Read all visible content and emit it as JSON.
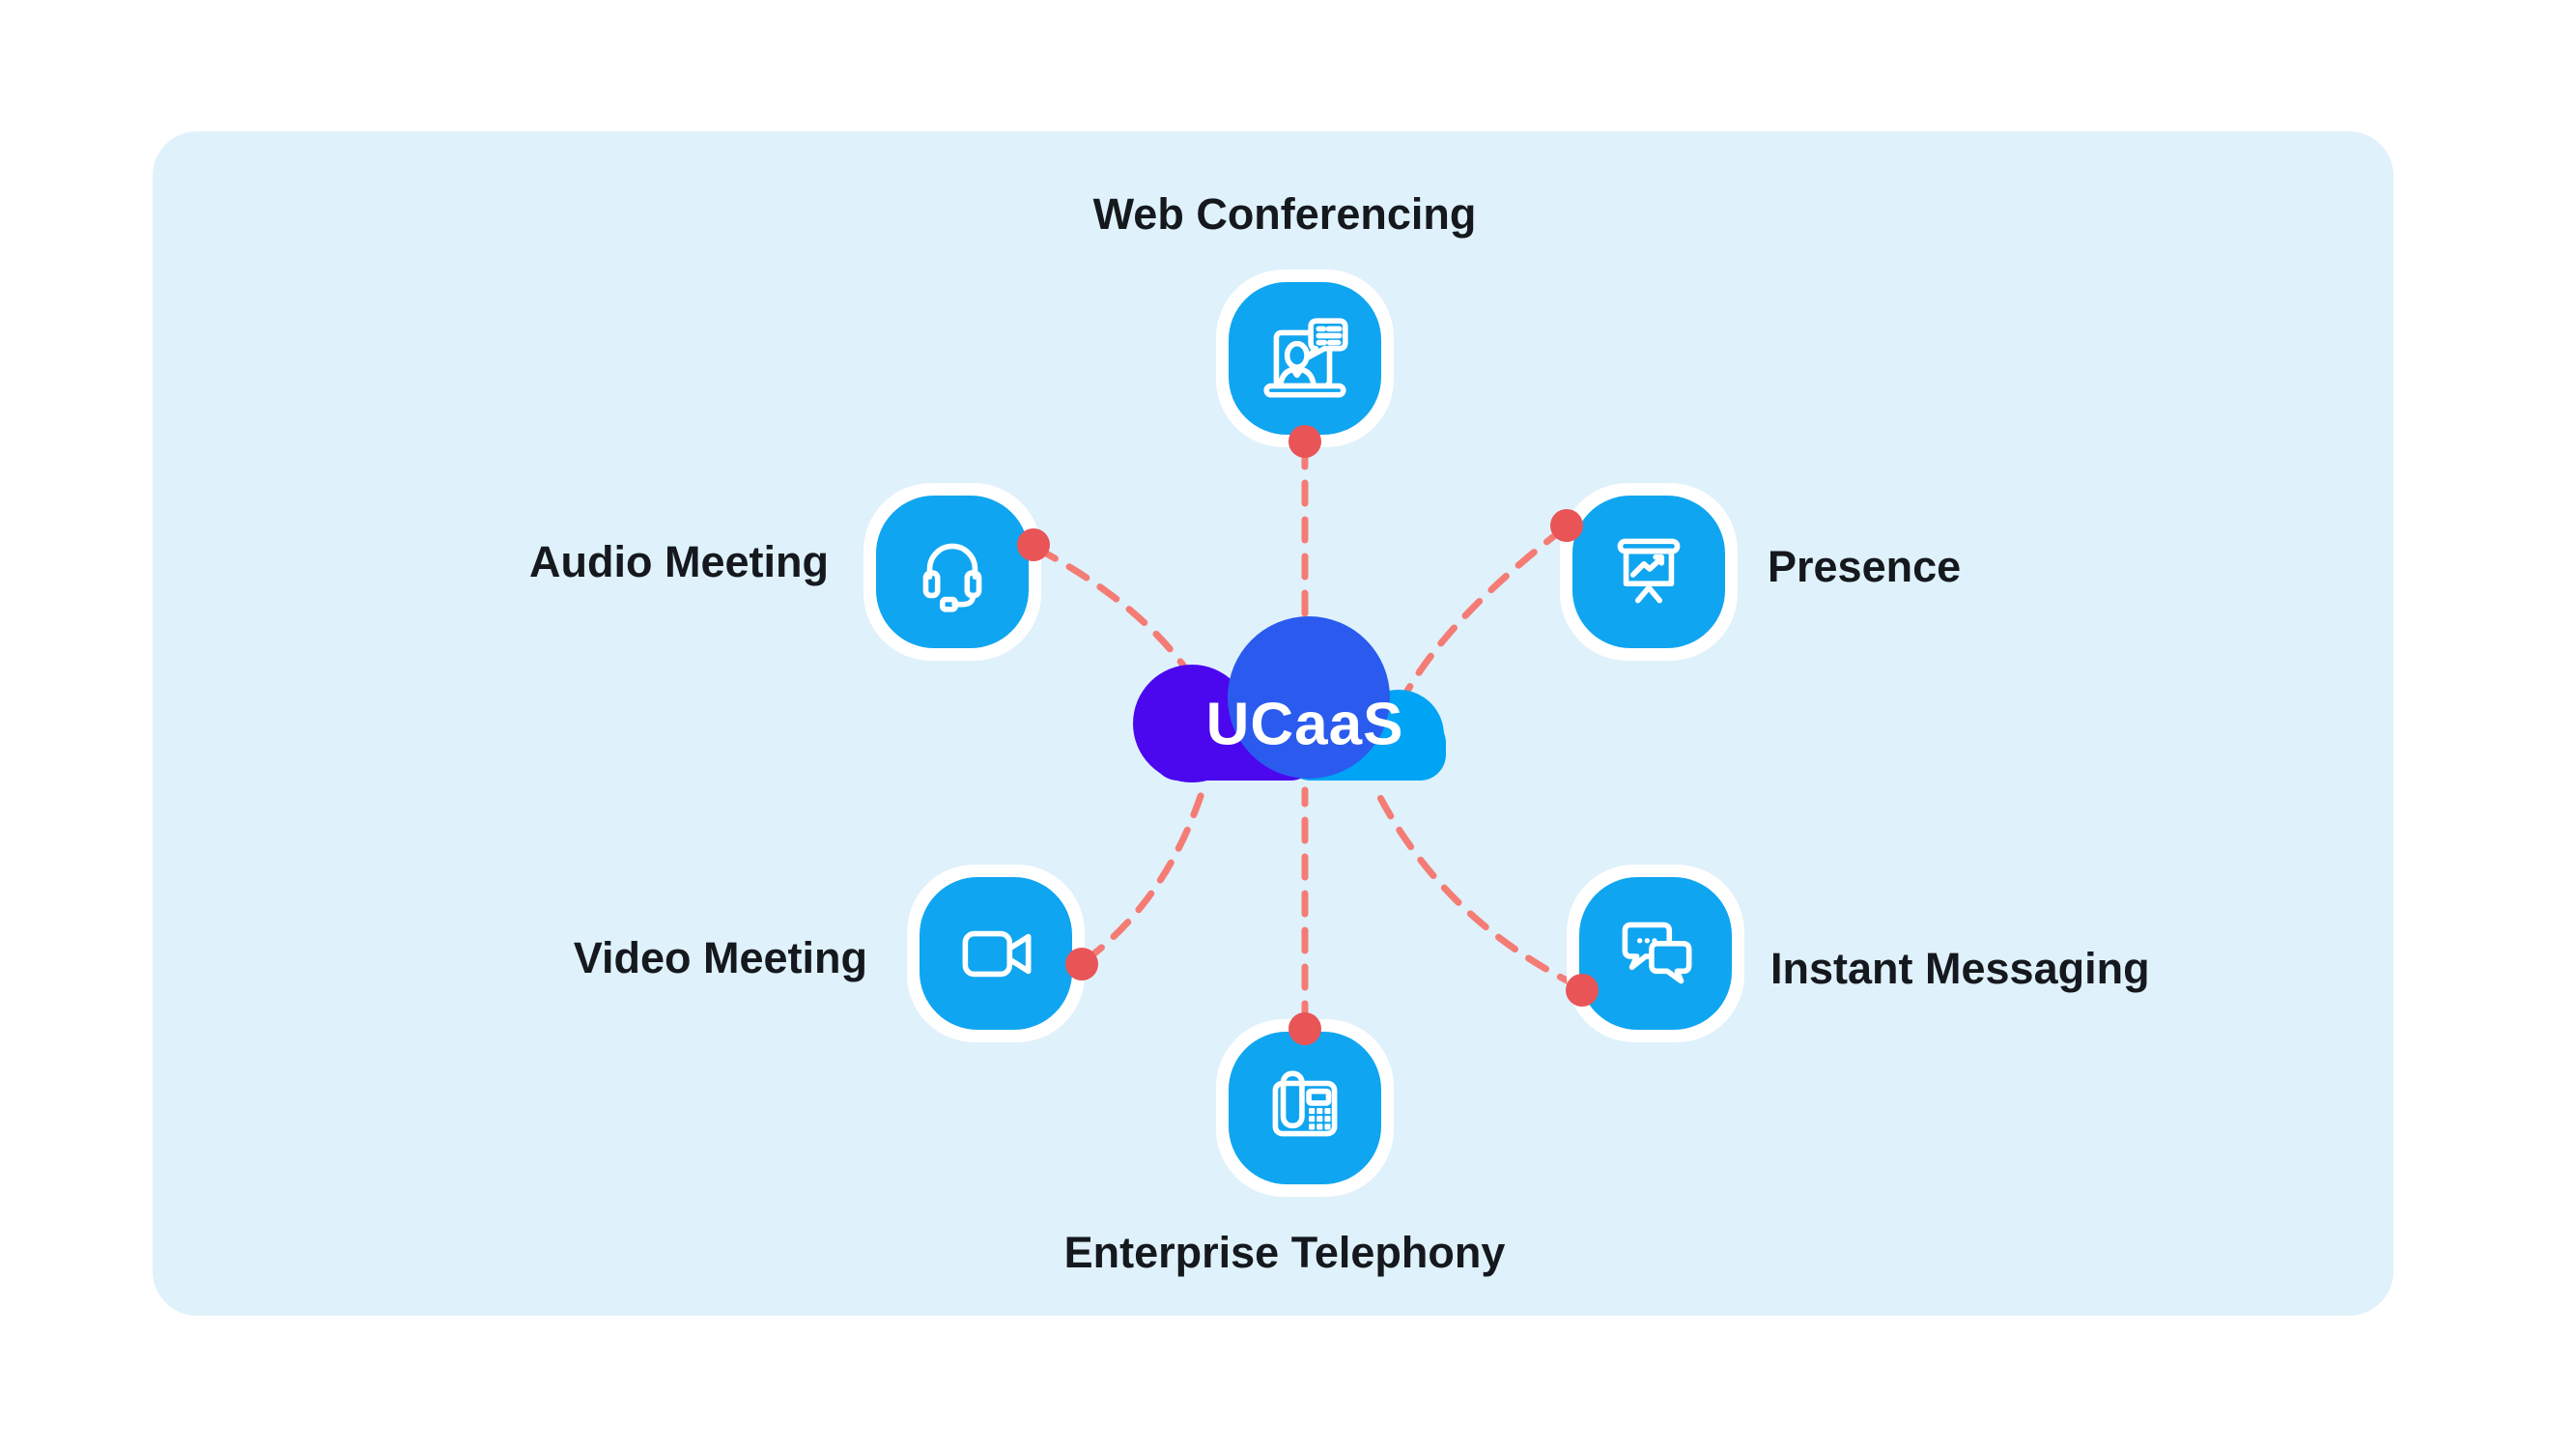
{
  "diagram": {
    "center": {
      "label": "UCaaS"
    },
    "nodes": [
      {
        "id": "web-conferencing",
        "label": "Web Conferencing",
        "icon": "laptop-presenter-icon"
      },
      {
        "id": "audio-meeting",
        "label": "Audio Meeting",
        "icon": "headset-icon"
      },
      {
        "id": "presence",
        "label": "Presence",
        "icon": "presentation-chart-icon"
      },
      {
        "id": "video-meeting",
        "label": "Video Meeting",
        "icon": "video-camera-icon"
      },
      {
        "id": "instant-messaging",
        "label": "Instant Messaging",
        "icon": "chat-bubbles-icon"
      },
      {
        "id": "enterprise-telephony",
        "label": "Enterprise Telephony",
        "icon": "desk-phone-icon"
      }
    ],
    "colors": {
      "page_bg": "#ffffff",
      "panel_bg": "#dff1fb",
      "tile_blue": "#10a5f0",
      "halo": "#ffffff",
      "connector": "#f47c75",
      "dot": "#e95457",
      "cloud_purple": "#4b08ee",
      "cloud_blue": "#2a5bee",
      "cloud_azure": "#00a4f4",
      "label": "#15191e",
      "center_label": "#ffffff"
    }
  }
}
